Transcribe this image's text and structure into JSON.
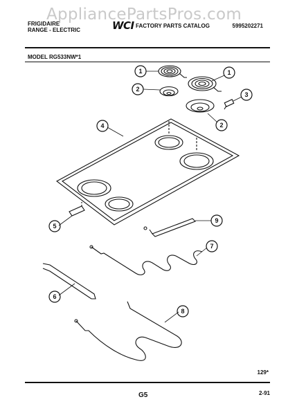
{
  "watermark": "AppliancePartsPros.com",
  "header": {
    "brand": "FRIGIDAIRE",
    "product": "RANGE - ELECTRIC",
    "logo": "WCI",
    "catalog_title": "FACTORY PARTS CATALOG",
    "catalog_number": "5995202271"
  },
  "model": "MODEL RG533NW*1",
  "callouts": [
    "1",
    "2",
    "1",
    "3",
    "2",
    "4",
    "5",
    "9",
    "7",
    "6",
    "8"
  ],
  "footer": {
    "drawing_number": "129*",
    "page_code": "G5",
    "date": "2-91"
  }
}
